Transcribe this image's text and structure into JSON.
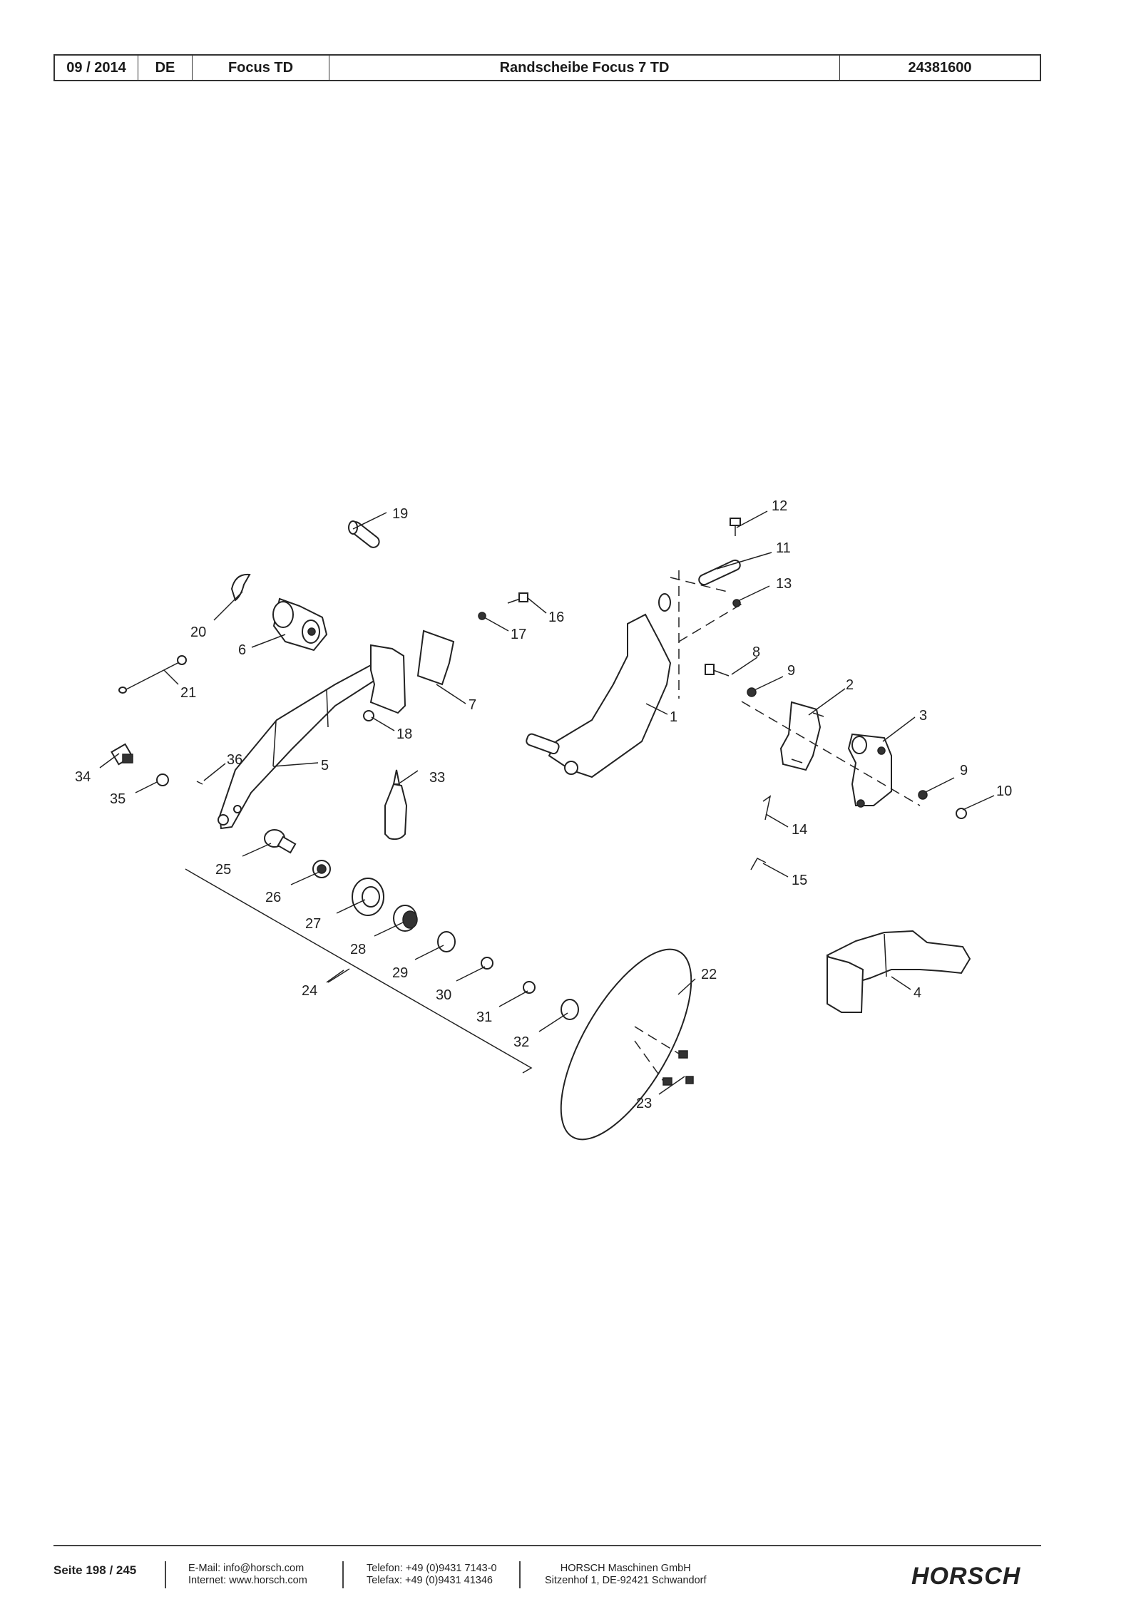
{
  "header": {
    "date": "09 / 2014",
    "language": "DE",
    "model": "Focus TD",
    "title": "Randscheibe Focus 7 TD",
    "number": "24381600"
  },
  "drawing": {
    "callouts": [
      "1",
      "2",
      "3",
      "4",
      "5",
      "6",
      "7",
      "8",
      "9",
      "9",
      "10",
      "11",
      "12",
      "13",
      "14",
      "15",
      "16",
      "17",
      "18",
      "19",
      "20",
      "21",
      "22",
      "23",
      "24",
      "25",
      "26",
      "27",
      "28",
      "29",
      "30",
      "31",
      "32",
      "33",
      "34",
      "35",
      "36"
    ]
  },
  "footer": {
    "page": "Seite 198 / 245",
    "email": "E-Mail: info@horsch.com",
    "internet": "Internet: www.horsch.com",
    "phone": "Telefon: +49 (0)9431 7143-0",
    "fax": "Telefax: +49 (0)9431 41346",
    "company": "HORSCH Maschinen GmbH",
    "address": "Sitzenhof 1, DE-92421 Schwandorf",
    "logo": "HORSCH"
  }
}
